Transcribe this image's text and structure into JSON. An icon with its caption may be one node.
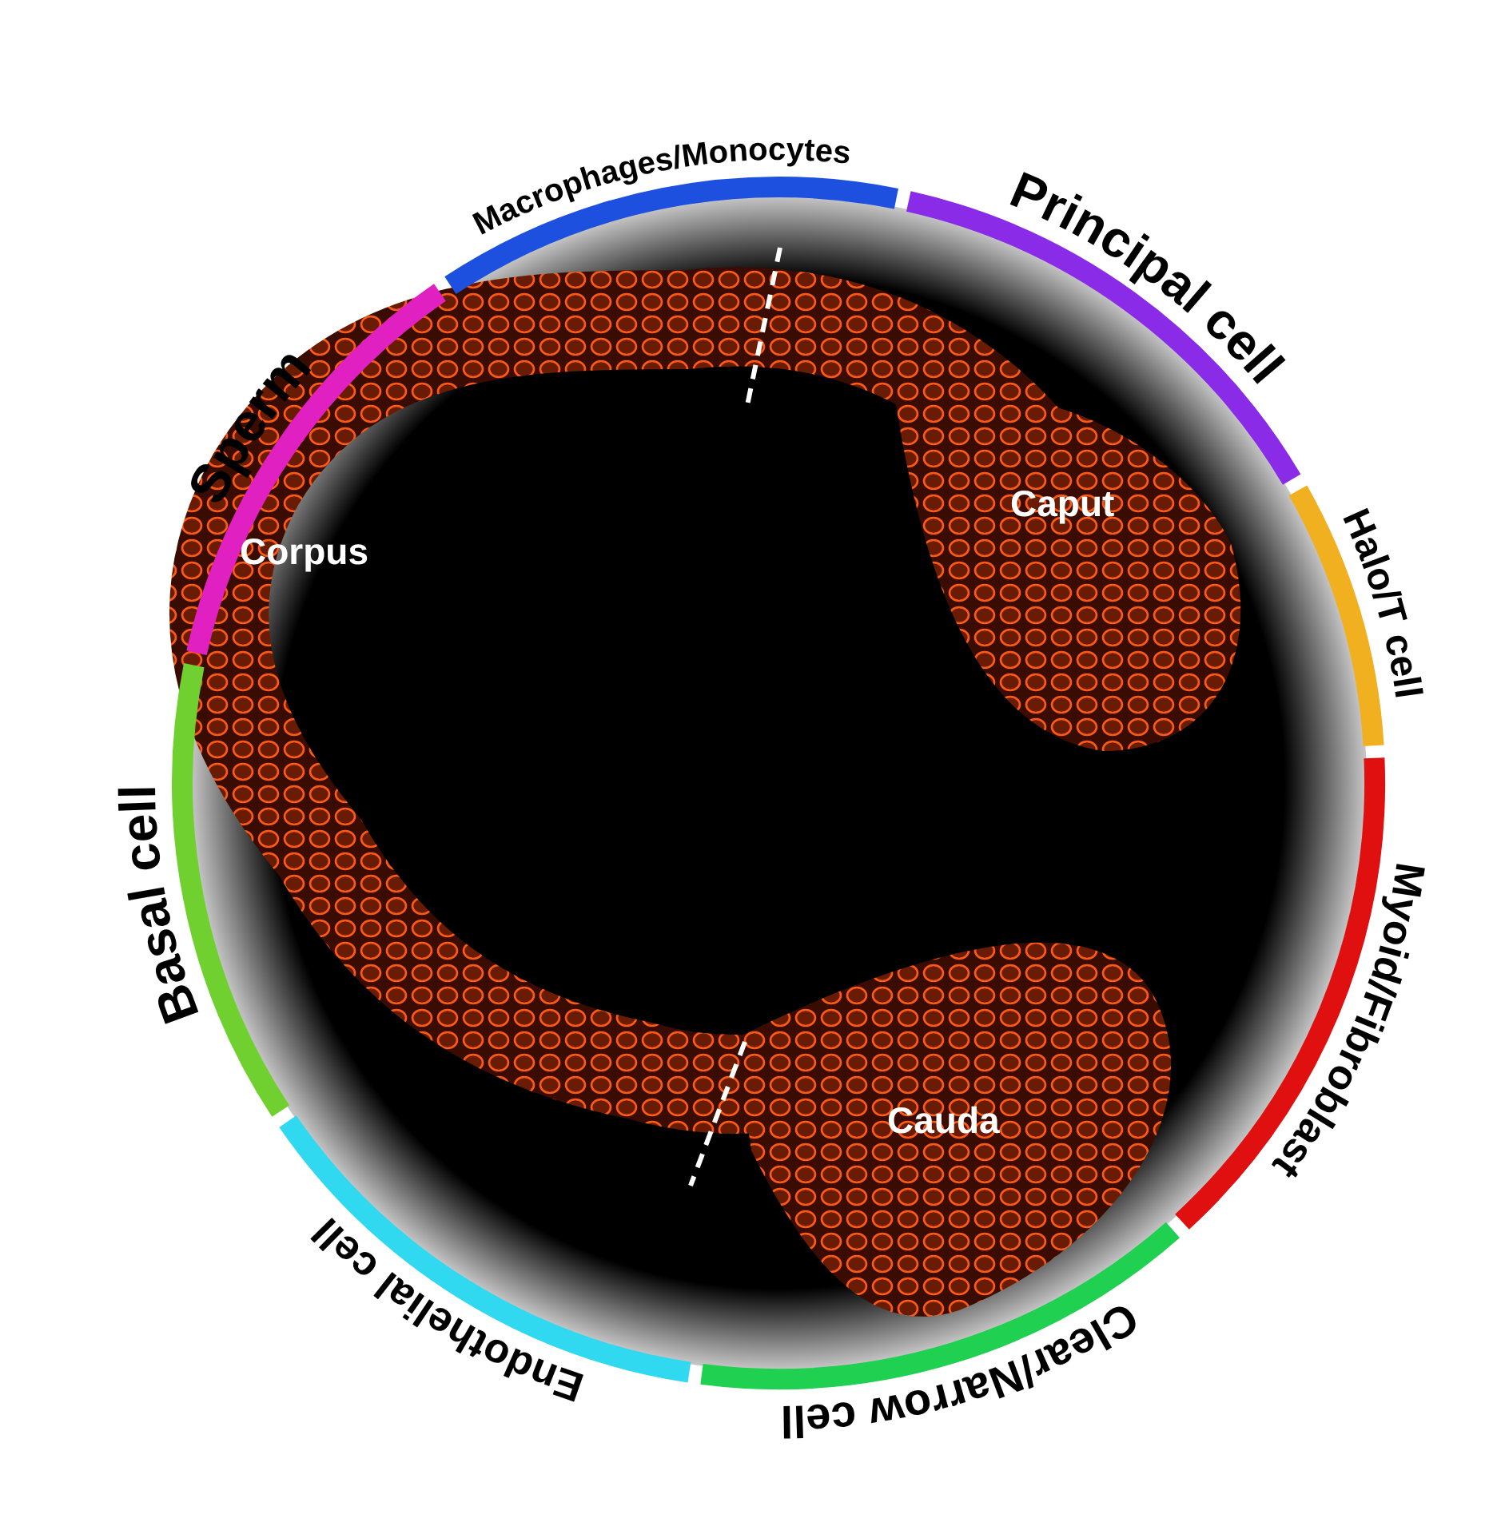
{
  "diagram": {
    "labels": [
      "Corpus",
      "Caput",
      "Cauda"
    ],
    "legend": [
      {
        "text": "Sperm",
        "color": "#e020c0"
      },
      {
        "text": "Macrophages/Monocytes",
        "color": "#1e50e0"
      },
      {
        "text": "Principal cell",
        "color": "#8a2be8"
      },
      {
        "text": "Halo/T cell",
        "color": "#f0b020"
      },
      {
        "text": "Myoid/Fibroblast",
        "color": "#e01010"
      },
      {
        "text": "Clear/Narrow cell",
        "color": "#20d050"
      },
      {
        "text": "Endothelial cell",
        "color": "#30d8f0"
      },
      {
        "text": "Basal cell",
        "color": "#70d030"
      }
    ]
  }
}
